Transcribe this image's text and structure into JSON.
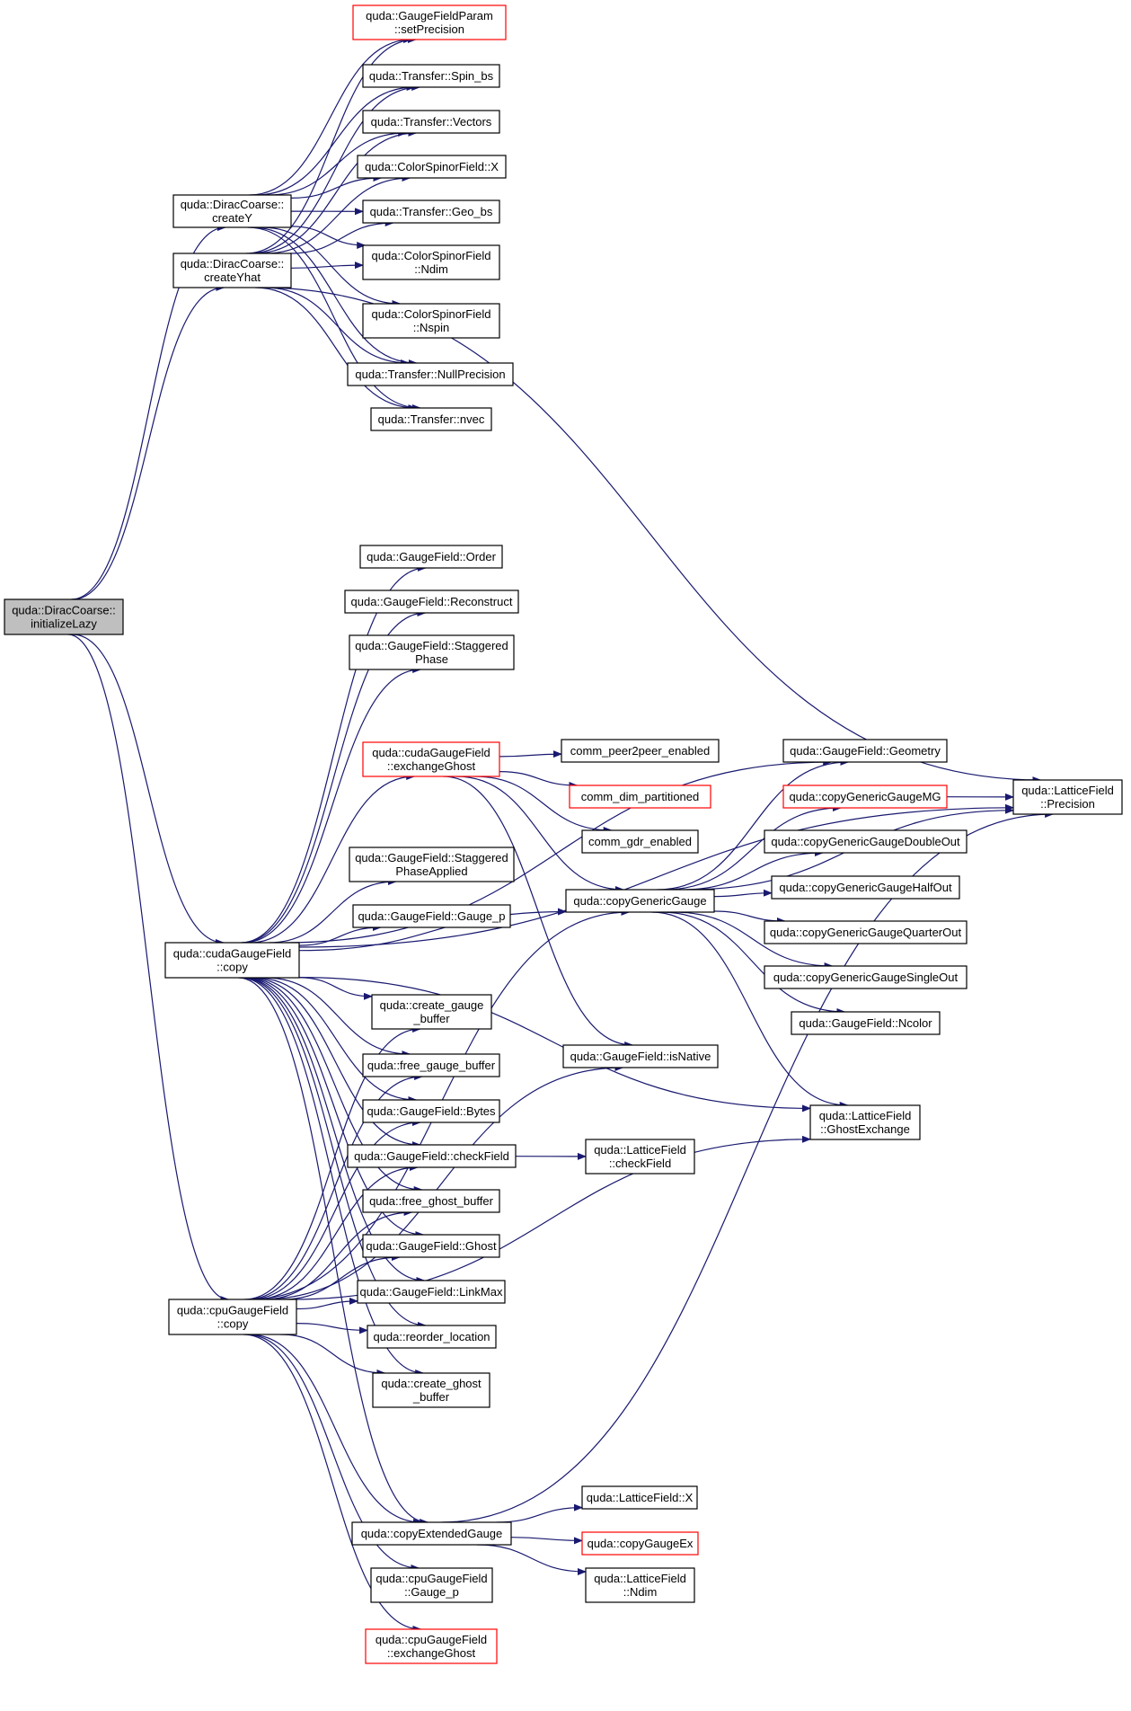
{
  "colors": {
    "edge": "#191970",
    "node_border": "#000000",
    "node_border_incomplete": "#ff0000",
    "root_fill": "#bfbfbf"
  },
  "nodes": [
    {
      "id": "initializeLazy",
      "lines": [
        "quda::DiracCoarse::",
        "initializeLazy"
      ],
      "style": "root"
    },
    {
      "id": "createY",
      "lines": [
        "quda::DiracCoarse::",
        "createY"
      ],
      "style": "normal"
    },
    {
      "id": "createYhat",
      "lines": [
        "quda::DiracCoarse::",
        "createYhat"
      ],
      "style": "normal"
    },
    {
      "id": "setPrecision",
      "lines": [
        "quda::GaugeFieldParam",
        "::setPrecision"
      ],
      "style": "red"
    },
    {
      "id": "Spin_bs",
      "lines": [
        "quda::Transfer::Spin_bs"
      ],
      "style": "normal"
    },
    {
      "id": "Vectors",
      "lines": [
        "quda::Transfer::Vectors"
      ],
      "style": "normal"
    },
    {
      "id": "CSF_X",
      "lines": [
        "quda::ColorSpinorField::X"
      ],
      "style": "normal"
    },
    {
      "id": "Geo_bs",
      "lines": [
        "quda::Transfer::Geo_bs"
      ],
      "style": "normal"
    },
    {
      "id": "CSF_Ndim",
      "lines": [
        "quda::ColorSpinorField",
        "::Ndim"
      ],
      "style": "normal"
    },
    {
      "id": "CSF_Nspin",
      "lines": [
        "quda::ColorSpinorField",
        "::Nspin"
      ],
      "style": "normal"
    },
    {
      "id": "NullPrecision",
      "lines": [
        "quda::Transfer::NullPrecision"
      ],
      "style": "normal"
    },
    {
      "id": "nvec",
      "lines": [
        "quda::Transfer::nvec"
      ],
      "style": "normal"
    },
    {
      "id": "GF_Order",
      "lines": [
        "quda::GaugeField::Order"
      ],
      "style": "normal"
    },
    {
      "id": "GF_Reconstruct",
      "lines": [
        "quda::GaugeField::Reconstruct"
      ],
      "style": "normal"
    },
    {
      "id": "GF_StaggeredPhase",
      "lines": [
        "quda::GaugeField::Staggered",
        "Phase"
      ],
      "style": "normal"
    },
    {
      "id": "cuda_exchangeGhost",
      "lines": [
        "quda::cudaGaugeField",
        "::exchangeGhost"
      ],
      "style": "red"
    },
    {
      "id": "comm_peer2peer_enabled",
      "lines": [
        "comm_peer2peer_enabled"
      ],
      "style": "normal"
    },
    {
      "id": "comm_dim_partitioned",
      "lines": [
        "comm_dim_partitioned"
      ],
      "style": "red"
    },
    {
      "id": "comm_gdr_enabled",
      "lines": [
        "comm_gdr_enabled"
      ],
      "style": "normal"
    },
    {
      "id": "GF_StaggeredPhaseApplied",
      "lines": [
        "quda::GaugeField::Staggered",
        "PhaseApplied"
      ],
      "style": "normal"
    },
    {
      "id": "GF_Gauge_p",
      "lines": [
        "quda::GaugeField::Gauge_p"
      ],
      "style": "normal"
    },
    {
      "id": "cuda_copy",
      "lines": [
        "quda::cudaGaugeField",
        "::copy"
      ],
      "style": "normal"
    },
    {
      "id": "copyGenericGauge",
      "lines": [
        "quda::copyGenericGauge"
      ],
      "style": "normal"
    },
    {
      "id": "GF_Geometry",
      "lines": [
        "quda::GaugeField::Geometry"
      ],
      "style": "normal"
    },
    {
      "id": "copyGenericGaugeMG",
      "lines": [
        "quda::copyGenericGaugeMG"
      ],
      "style": "red"
    },
    {
      "id": "LF_Precision",
      "lines": [
        "quda::LatticeField",
        "::Precision"
      ],
      "style": "normal"
    },
    {
      "id": "copyGenericGaugeDoubleOut",
      "lines": [
        "quda::copyGenericGaugeDoubleOut"
      ],
      "style": "normal"
    },
    {
      "id": "copyGenericGaugeHalfOut",
      "lines": [
        "quda::copyGenericGaugeHalfOut"
      ],
      "style": "normal"
    },
    {
      "id": "copyGenericGaugeQuarterOut",
      "lines": [
        "quda::copyGenericGaugeQuarterOut"
      ],
      "style": "normal"
    },
    {
      "id": "copyGenericGaugeSingleOut",
      "lines": [
        "quda::copyGenericGaugeSingleOut"
      ],
      "style": "normal"
    },
    {
      "id": "GF_Ncolor",
      "lines": [
        "quda::GaugeField::Ncolor"
      ],
      "style": "normal"
    },
    {
      "id": "create_gauge_buffer",
      "lines": [
        "quda::create_gauge",
        "_buffer"
      ],
      "style": "normal"
    },
    {
      "id": "GF_isNative",
      "lines": [
        "quda::GaugeField::isNative"
      ],
      "style": "normal"
    },
    {
      "id": "free_gauge_buffer",
      "lines": [
        "quda::free_gauge_buffer"
      ],
      "style": "normal"
    },
    {
      "id": "LF_GhostExchange",
      "lines": [
        "quda::LatticeField",
        "::GhostExchange"
      ],
      "style": "normal"
    },
    {
      "id": "GF_Bytes",
      "lines": [
        "quda::GaugeField::Bytes"
      ],
      "style": "normal"
    },
    {
      "id": "GF_checkField",
      "lines": [
        "quda::GaugeField::checkField"
      ],
      "style": "normal"
    },
    {
      "id": "LF_checkField",
      "lines": [
        "quda::LatticeField",
        "::checkField"
      ],
      "style": "normal"
    },
    {
      "id": "free_ghost_buffer",
      "lines": [
        "quda::free_ghost_buffer"
      ],
      "style": "normal"
    },
    {
      "id": "GF_Ghost",
      "lines": [
        "quda::GaugeField::Ghost"
      ],
      "style": "normal"
    },
    {
      "id": "GF_LinkMax",
      "lines": [
        "quda::GaugeField::LinkMax"
      ],
      "style": "normal"
    },
    {
      "id": "cpu_copy",
      "lines": [
        "quda::cpuGaugeField",
        "::copy"
      ],
      "style": "normal"
    },
    {
      "id": "reorder_location",
      "lines": [
        "quda::reorder_location"
      ],
      "style": "normal"
    },
    {
      "id": "create_ghost_buffer",
      "lines": [
        "quda::create_ghost",
        "_buffer"
      ],
      "style": "normal"
    },
    {
      "id": "LF_X",
      "lines": [
        "quda::LatticeField::X"
      ],
      "style": "normal"
    },
    {
      "id": "copyExtendedGauge",
      "lines": [
        "quda::copyExtendedGauge"
      ],
      "style": "normal"
    },
    {
      "id": "copyGaugeEx",
      "lines": [
        "quda::copyGaugeEx"
      ],
      "style": "red"
    },
    {
      "id": "LF_Ndim",
      "lines": [
        "quda::LatticeField",
        "::Ndim"
      ],
      "style": "normal"
    },
    {
      "id": "cpu_Gauge_p",
      "lines": [
        "quda::cpuGaugeField",
        "::Gauge_p"
      ],
      "style": "normal"
    },
    {
      "id": "cpu_exchangeGhost",
      "lines": [
        "quda::cpuGaugeField",
        "::exchangeGhost"
      ],
      "style": "red"
    }
  ],
  "edges": [
    [
      "initializeLazy",
      "createY"
    ],
    [
      "initializeLazy",
      "createYhat"
    ],
    [
      "initializeLazy",
      "cuda_copy"
    ],
    [
      "initializeLazy",
      "cpu_copy"
    ],
    [
      "createY",
      "setPrecision"
    ],
    [
      "createY",
      "Spin_bs"
    ],
    [
      "createY",
      "Vectors"
    ],
    [
      "createY",
      "CSF_X"
    ],
    [
      "createY",
      "Geo_bs"
    ],
    [
      "createY",
      "CSF_Ndim"
    ],
    [
      "createY",
      "CSF_Nspin"
    ],
    [
      "createY",
      "NullPrecision"
    ],
    [
      "createY",
      "nvec"
    ],
    [
      "createYhat",
      "setPrecision"
    ],
    [
      "createYhat",
      "Spin_bs"
    ],
    [
      "createYhat",
      "Vectors"
    ],
    [
      "createYhat",
      "CSF_X"
    ],
    [
      "createYhat",
      "Geo_bs"
    ],
    [
      "createYhat",
      "CSF_Ndim"
    ],
    [
      "createYhat",
      "NullPrecision"
    ],
    [
      "createYhat",
      "nvec"
    ],
    [
      "createYhat",
      "LF_Precision"
    ],
    [
      "cuda_copy",
      "GF_Order"
    ],
    [
      "cuda_copy",
      "GF_Reconstruct"
    ],
    [
      "cuda_copy",
      "GF_StaggeredPhase"
    ],
    [
      "cuda_copy",
      "GF_Geometry"
    ],
    [
      "cuda_copy",
      "LF_Precision"
    ],
    [
      "cuda_copy",
      "cuda_exchangeGhost"
    ],
    [
      "cuda_copy",
      "copyGenericGauge"
    ],
    [
      "cuda_copy",
      "GF_StaggeredPhaseApplied"
    ],
    [
      "cuda_copy",
      "GF_Gauge_p"
    ],
    [
      "cuda_copy",
      "LF_GhostExchange"
    ],
    [
      "cuda_copy",
      "create_gauge_buffer"
    ],
    [
      "cuda_copy",
      "free_gauge_buffer"
    ],
    [
      "cuda_copy",
      "GF_Bytes"
    ],
    [
      "cuda_copy",
      "GF_checkField"
    ],
    [
      "cuda_copy",
      "free_ghost_buffer"
    ],
    [
      "cuda_copy",
      "GF_Ghost"
    ],
    [
      "cuda_copy",
      "GF_LinkMax"
    ],
    [
      "cuda_copy",
      "reorder_location"
    ],
    [
      "cuda_copy",
      "create_ghost_buffer"
    ],
    [
      "cuda_copy",
      "copyExtendedGauge"
    ],
    [
      "cuda_exchangeGhost",
      "comm_peer2peer_enabled"
    ],
    [
      "cuda_exchangeGhost",
      "comm_dim_partitioned"
    ],
    [
      "cuda_exchangeGhost",
      "comm_gdr_enabled"
    ],
    [
      "cuda_exchangeGhost",
      "copyGenericGauge"
    ],
    [
      "cuda_exchangeGhost",
      "GF_isNative"
    ],
    [
      "copyGenericGauge",
      "GF_Geometry"
    ],
    [
      "copyGenericGauge",
      "copyGenericGaugeMG"
    ],
    [
      "copyGenericGauge",
      "copyGenericGaugeDoubleOut"
    ],
    [
      "copyGenericGauge",
      "copyGenericGaugeHalfOut"
    ],
    [
      "copyGenericGauge",
      "copyGenericGaugeQuarterOut"
    ],
    [
      "copyGenericGauge",
      "copyGenericGaugeSingleOut"
    ],
    [
      "copyGenericGauge",
      "GF_Ncolor"
    ],
    [
      "copyGenericGauge",
      "LF_GhostExchange"
    ],
    [
      "copyGenericGauge",
      "LF_Precision"
    ],
    [
      "copyGenericGaugeMG",
      "LF_Precision"
    ],
    [
      "GF_checkField",
      "LF_checkField"
    ],
    [
      "cpu_copy",
      "create_gauge_buffer"
    ],
    [
      "cpu_copy",
      "free_gauge_buffer"
    ],
    [
      "cpu_copy",
      "GF_Bytes"
    ],
    [
      "cpu_copy",
      "GF_checkField"
    ],
    [
      "cpu_copy",
      "free_ghost_buffer"
    ],
    [
      "cpu_copy",
      "GF_Ghost"
    ],
    [
      "cpu_copy",
      "GF_LinkMax"
    ],
    [
      "cpu_copy",
      "reorder_location"
    ],
    [
      "cpu_copy",
      "create_ghost_buffer"
    ],
    [
      "cpu_copy",
      "copyGenericGauge"
    ],
    [
      "cpu_copy",
      "GF_isNative"
    ],
    [
      "cpu_copy",
      "copyExtendedGauge"
    ],
    [
      "cpu_copy",
      "cpu_Gauge_p"
    ],
    [
      "cpu_copy",
      "cpu_exchangeGhost"
    ],
    [
      "cpu_copy",
      "LF_GhostExchange"
    ],
    [
      "copyExtendedGauge",
      "LF_X"
    ],
    [
      "copyExtendedGauge",
      "copyGaugeEx"
    ],
    [
      "copyExtendedGauge",
      "LF_Ndim"
    ],
    [
      "copyExtendedGauge",
      "LF_Precision"
    ]
  ]
}
